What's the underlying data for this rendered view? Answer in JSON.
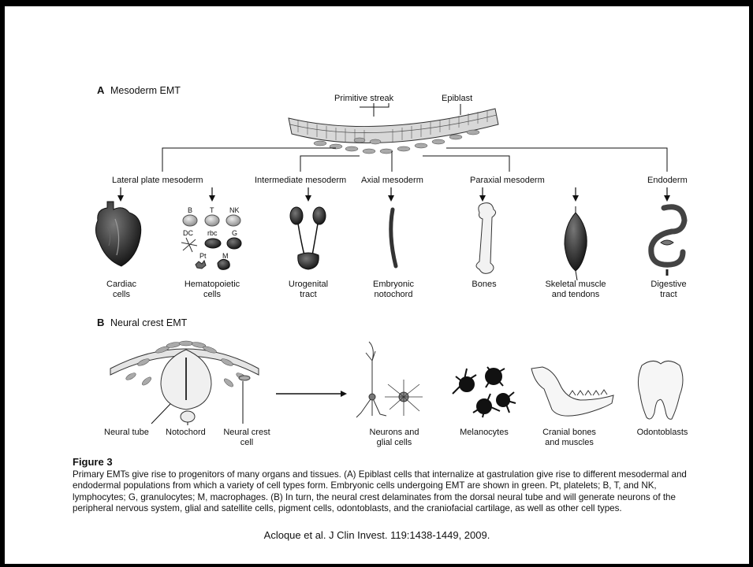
{
  "section_a": {
    "letter": "A",
    "title": "Mesoderm EMT"
  },
  "section_b": {
    "letter": "B",
    "title": "Neural crest EMT"
  },
  "top_labels": {
    "streak": "Primitive streak",
    "epiblast": "Epiblast"
  },
  "branches": {
    "lateral": "Lateral plate mesoderm",
    "intermediate": "Intermediate mesoderm",
    "axial": "Axial mesoderm",
    "paraxial": "Paraxial mesoderm",
    "endoderm": "Endoderm"
  },
  "outcomes": {
    "cardiac": [
      "Cardiac",
      "cells"
    ],
    "hemato": [
      "Hematopoietic",
      "cells"
    ],
    "urogenital": [
      "Urogenital",
      "tract"
    ],
    "notochord": [
      "Embryonic",
      "notochord"
    ],
    "bones": [
      "Bones"
    ],
    "skeletal": [
      "Skeletal muscle",
      "and tendons"
    ],
    "digestive": [
      "Digestive",
      "tract"
    ]
  },
  "blood_cells": [
    "B",
    "T",
    "NK",
    "DC",
    "rbc",
    "G",
    "Pt",
    "M"
  ],
  "neural_labels": {
    "tube": "Neural tube",
    "notochord": "Notochord",
    "crest": [
      "Neural crest",
      "cell"
    ]
  },
  "neural_outcomes": {
    "neurons": [
      "Neurons and",
      "glial cells"
    ],
    "melanocytes": [
      "Melanocytes"
    ],
    "cranial": [
      "Cranial bones",
      "and muscles"
    ],
    "odontoblasts": [
      "Odontoblasts"
    ]
  },
  "caption": {
    "title": "Figure 3",
    "body": "Primary EMTs give rise to progenitors of many organs and tissues. (A) Epiblast cells that internalize at gastrulation give rise to different mesodermal and endodermal populations from which a variety of cell types form. Embryonic cells undergoing EMT are shown in green. Pt, platelets; B, T, and NK, lymphocytes; G, granulocytes; M, macrophages. (B) In turn, the neural crest delaminates from the dorsal neural tube and will generate neurons of the peripheral nervous system, glial and satellite cells, pigment cells, odontoblasts, and the craniofacial cartilage, as well as other cell types."
  },
  "citation": "Acloque et al. J Clin Invest. 119:1438-1449, 2009."
}
